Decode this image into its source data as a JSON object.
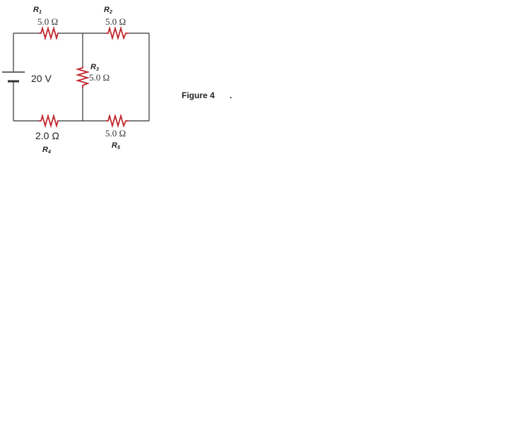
{
  "caption": "Figure 4",
  "caption_mark": ".",
  "battery": {
    "label": "20 V"
  },
  "resistors": {
    "r1": {
      "name": "R",
      "sub": "1",
      "value": "5.0 Ω"
    },
    "r2": {
      "name": "R",
      "sub": "2",
      "value": "5.0 Ω"
    },
    "r3": {
      "name": "R",
      "sub": "3",
      "value": "5.0 Ω"
    },
    "r4": {
      "name": "R",
      "sub": "4",
      "value": "2.0 Ω"
    },
    "r5": {
      "name": "R",
      "sub": "5",
      "value": "5.0 Ω"
    }
  },
  "colors": {
    "wire": "#333333",
    "resistor": "#c0262d"
  }
}
